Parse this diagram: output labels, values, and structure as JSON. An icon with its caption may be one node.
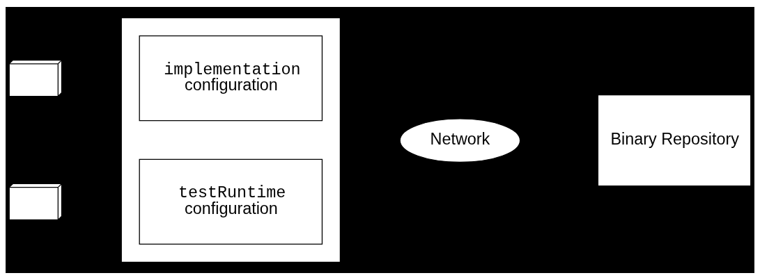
{
  "diagram": {
    "nodes": [
      {
        "text": [],
        "shape": "box"
      },
      {
        "text": [],
        "shape": "box"
      },
      {
        "text": [],
        "shape": "box"
      },
      {
        "text": [
          "implementation",
          "configuration"
        ],
        "in": 2
      },
      {
        "text": [
          "testRuntime",
          "configuration"
        ],
        "in": 2
      },
      {
        "text": [
          "Network"
        ]
      },
      {
        "text": [
          "Binary Repository"
        ]
      }
    ]
  }
}
